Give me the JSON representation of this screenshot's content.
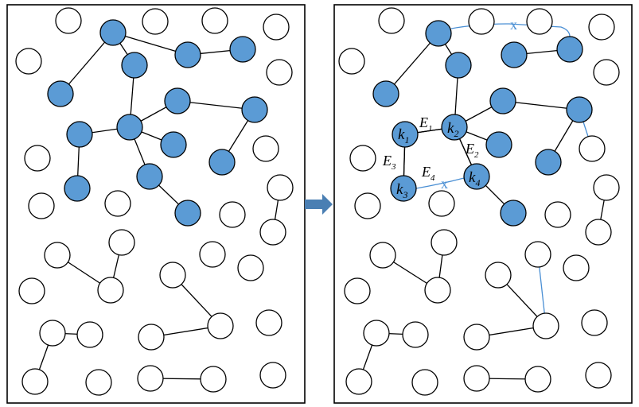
{
  "colors": {
    "active_fill": "#5b9bd5",
    "inactive_fill": "#ffffff",
    "stroke": "#000000",
    "highlight_edge": "#4a8fd4",
    "arrow": "#4a7fb3"
  },
  "icons": {
    "transition_arrow": "right-arrow-icon"
  },
  "right_panel": {
    "node_labels": [
      {
        "letter": "k",
        "sub": "1"
      },
      {
        "letter": "k",
        "sub": "2"
      },
      {
        "letter": "k",
        "sub": "3"
      },
      {
        "letter": "k",
        "sub": "4"
      }
    ],
    "edge_labels": [
      {
        "letter": "E",
        "sub": "1"
      },
      {
        "letter": "E",
        "sub": "2"
      },
      {
        "letter": "E",
        "sub": "3"
      },
      {
        "letter": "E",
        "sub": "4"
      }
    ],
    "cut_marks": [
      "x",
      "x"
    ]
  }
}
